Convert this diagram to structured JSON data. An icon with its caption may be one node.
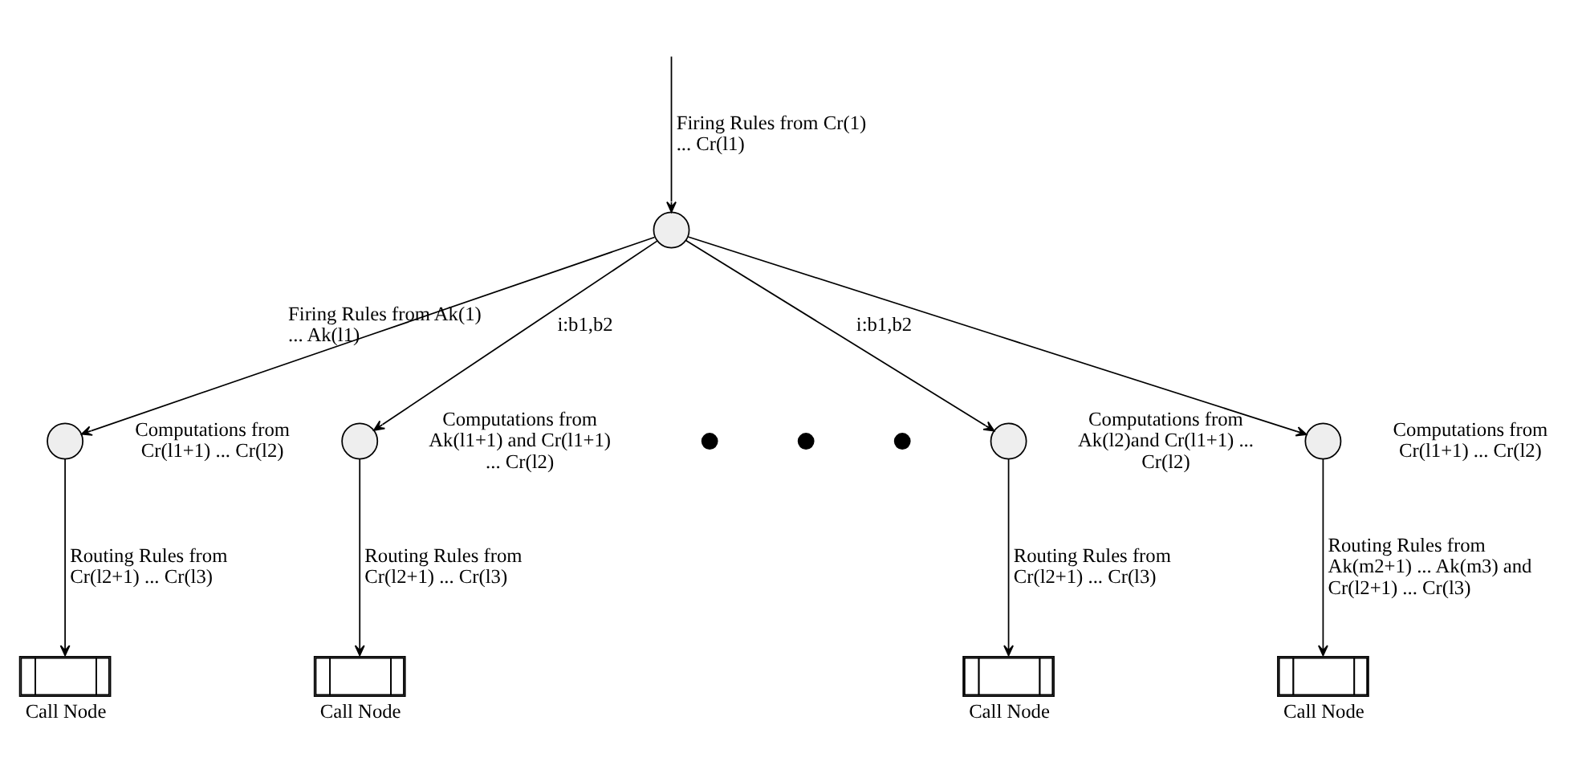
{
  "diagram": {
    "nodes": [
      {
        "text": [],
        "shape": "circle"
      },
      {
        "text": [],
        "shape": "circle",
        "beside": [
          "Computations from Cr(l1+1) ... Cr(l2)"
        ]
      },
      {
        "text": [],
        "shape": "circle",
        "beside": [
          "Computations from Ak(l1+1) and Cr(l1+1) ... Cr(l2)"
        ]
      },
      {
        "text": [],
        "shape": "circle",
        "beside": [
          "Computations from Ak(l2)and Cr(l1+1) ... Cr(l2)"
        ]
      },
      {
        "text": [],
        "shape": "circle",
        "beside": [
          "Computations from Cr(l1+1) ... Cr(l2)"
        ]
      },
      {
        "text": [],
        "shape": "box",
        "beside": [
          "Call Node"
        ]
      },
      {
        "text": [],
        "shape": "box",
        "beside": [
          "Call Node"
        ]
      },
      {
        "text": [],
        "shape": "box",
        "beside": [
          "Call Node"
        ]
      },
      {
        "text": [],
        "shape": "box",
        "beside": [
          "Call Node"
        ]
      }
    ],
    "edges": [
      {
        "from": null,
        "to": 0,
        "arrow": "to",
        "label": "Firing Rules from Cr(1) ... Cr(l1)"
      },
      {
        "from": 0,
        "to": 1,
        "arrow": "to",
        "label": "Firing Rules from Ak(1) ... Ak(l1)"
      },
      {
        "from": 0,
        "to": 2,
        "arrow": "to",
        "label": "i:b1,b2"
      },
      {
        "from": 0,
        "to": 3,
        "arrow": "to",
        "label": "i:b1,b2"
      },
      {
        "from": 0,
        "to": 4,
        "arrow": "to"
      },
      {
        "from": 1,
        "to": 5,
        "arrow": "to",
        "label": "Routing Rules from Cr(l2+1) ... Cr(l3)"
      },
      {
        "from": 2,
        "to": 6,
        "arrow": "to",
        "label": "Routing Rules from Cr(l2+1) ... Cr(l3)"
      },
      {
        "from": 3,
        "to": 7,
        "arrow": "to",
        "label": "Routing Rules from Cr(l2+1) ... Cr(l3)"
      },
      {
        "from": 4,
        "to": 8,
        "arrow": "to",
        "label": "Routing Rules from Ak(m2+1) ... Ak(m3) and Cr(l2+1) ... Cr(l3)"
      }
    ]
  }
}
